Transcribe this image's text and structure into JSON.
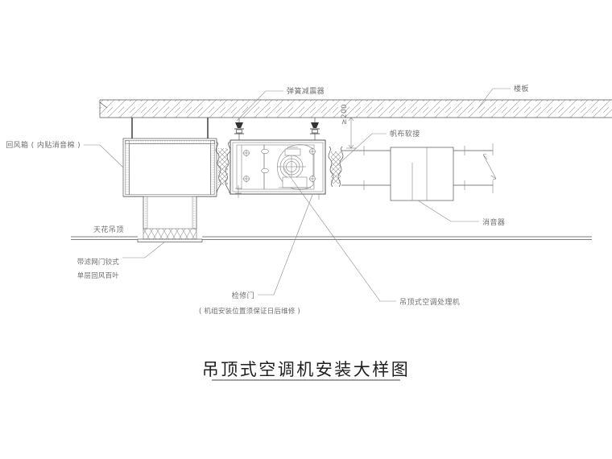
{
  "drawing": {
    "title": "吊顶式空调机安装大样图",
    "title_underline": true,
    "labels": {
      "spring_damper": "弹簧减震器",
      "floor_slab": "楼板",
      "canvas_flex": "帆布软接",
      "return_air_box": "回风箱 ( 内贴消音棉 )",
      "ceiling": "天花吊顶",
      "silencer": "消音器",
      "louver_line1": "带滤网门铰式",
      "louver_line2": "单层回风百叶",
      "access_door": "检修门",
      "access_door_note": "( 机组安装位置须保证日后维修 )",
      "ahu": "吊顶式空调处理机",
      "clearance_dim": "≥200"
    },
    "colors": {
      "line": "#555555",
      "line_light": "#8f8f8f",
      "leader": "#8a8a8a",
      "text": "#6f6f6f",
      "title_text": "#1f1f1f",
      "background": "#ffffff"
    }
  }
}
